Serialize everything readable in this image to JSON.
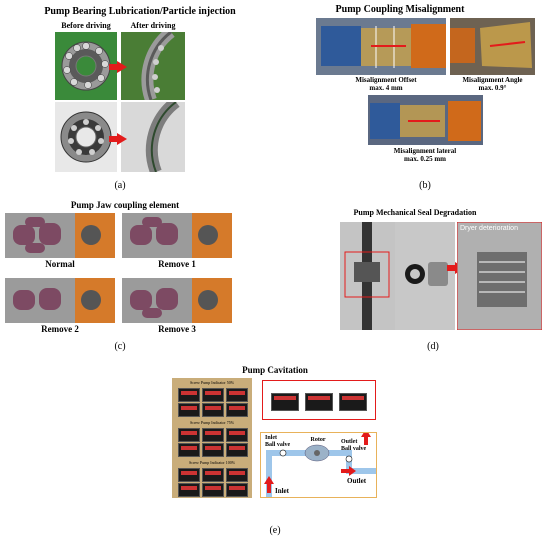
{
  "panel_a": {
    "title": "Pump Bearing Lubrication/Particle injection",
    "before_label": "Before driving",
    "after_label": "After driving",
    "caption": "(a)"
  },
  "panel_b": {
    "title": "Pump Coupling Misalignment",
    "offset_label": "Misalignment Offset",
    "offset_value": "max. 4 mm",
    "angle_label": "Misalignment Angle",
    "angle_value": "max. 0.9°",
    "lateral_label": "Misalignment lateral",
    "lateral_value": "max. 0.25 mm",
    "caption": "(b)"
  },
  "panel_c": {
    "title": "Pump Jaw coupling element",
    "labels": [
      "Normal",
      "Remove 1",
      "Remove 2",
      "Remove 3"
    ],
    "caption": "(c)"
  },
  "panel_d": {
    "title": "Pump Mechanical Seal Degradation",
    "annotation": "Dryer deterioration",
    "caption": "(d)"
  },
  "panel_e": {
    "title": "Pump Cavitation",
    "indicator_labels": [
      "Screw Pump Indicator 50%",
      "Screw Pump Indicator 75%",
      "Screw Pump Indicator 100%"
    ],
    "inlet_ball_valve": "Inlet\nBall valve",
    "rotor": "Rotor",
    "outlet_ball_valve": "Outlet\nBall valve",
    "inlet": "Inlet",
    "outlet": "Outlet",
    "caption": "(e)"
  },
  "colors": {
    "arrow_red": "#e31b1b",
    "pipe_blue": "#9ec6ea",
    "border_gold": "#e8b25a"
  }
}
